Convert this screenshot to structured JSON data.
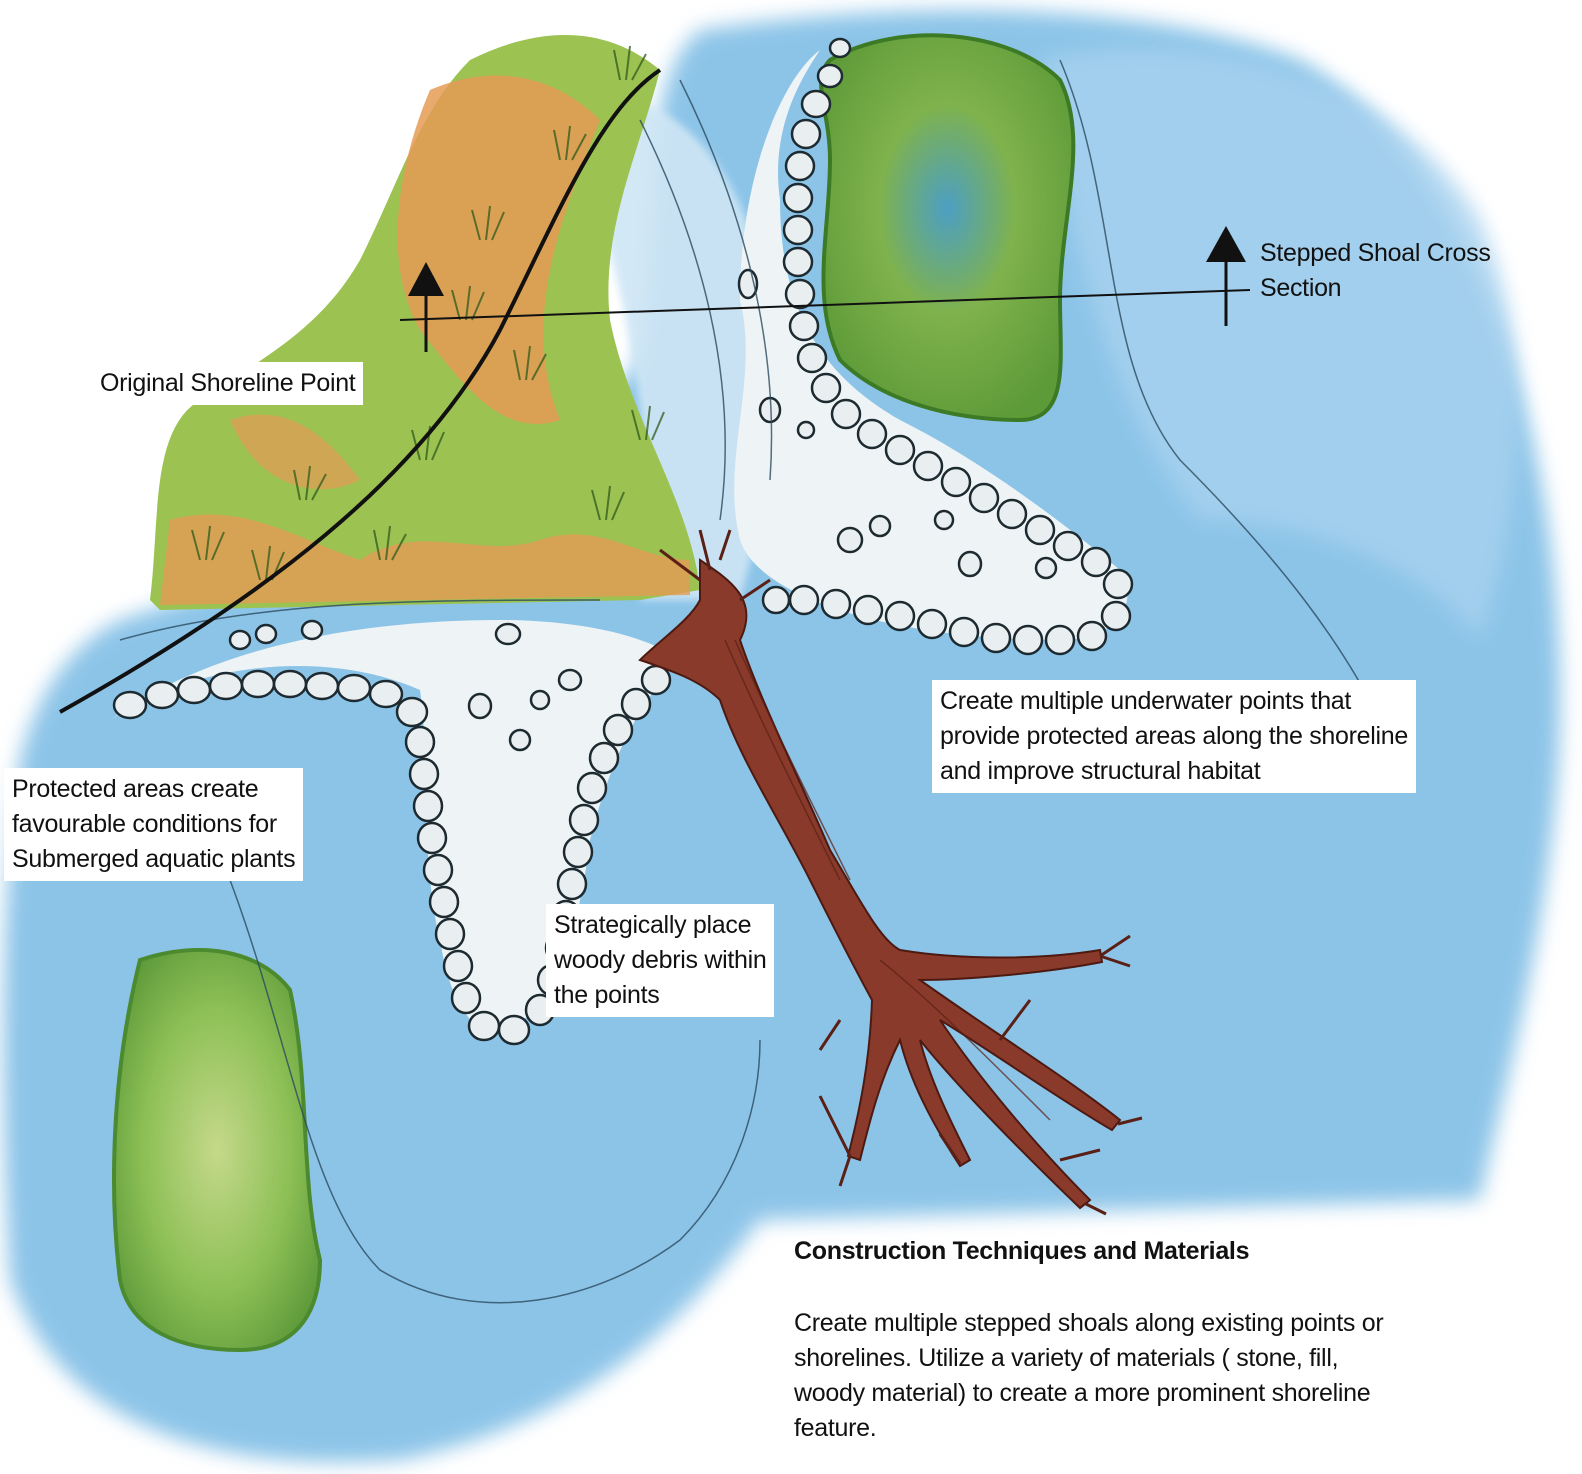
{
  "labels": {
    "original_shoreline": "Original Shoreline Point",
    "cross_section": [
      "Stepped Shoal Cross",
      "Section"
    ],
    "protected_areas": [
      "Protected areas create",
      "favourable conditions for",
      "Submerged aquatic plants"
    ],
    "underwater_points": [
      "Create multiple underwater points that",
      "provide protected areas along the shoreline",
      "and improve structural habitat"
    ],
    "woody_debris": [
      "Strategically place",
      "woody debris within",
      "the  points"
    ]
  },
  "construction": {
    "heading": "Construction Techniques and  Materials",
    "body": [
      "Create multiple stepped shoals along existing points or",
      "shorelines.  Utilize a variety of materials ( stone, fill,",
      "woody material) to create a more prominent shoreline",
      "feature."
    ]
  },
  "colors": {
    "water": "#8cc4e8",
    "water_light": "#cfe6f5",
    "shoal_pale": "#eef4f6",
    "land_green": "#9cc252",
    "land_orange": "#e59b55",
    "vegetation_green": "#78b048",
    "tree_bark": "#8a3a2a",
    "ink": "#111111"
  }
}
